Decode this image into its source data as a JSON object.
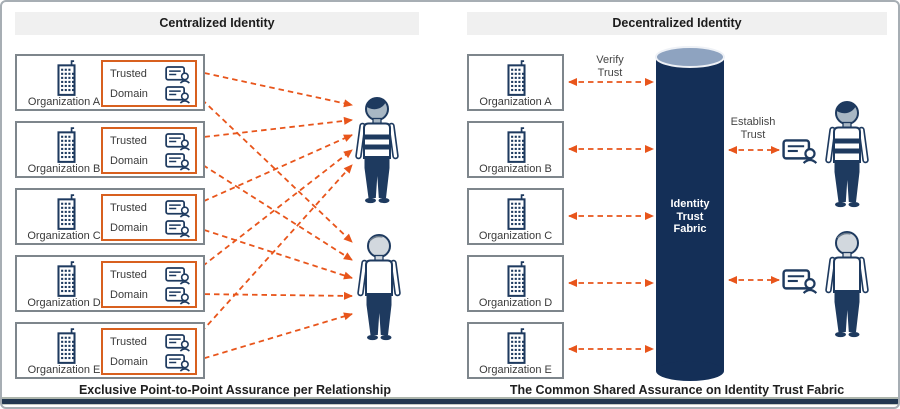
{
  "left_panel": {
    "title": "Centralized Identity",
    "caption": "Exclusive Point-to-Point Assurance per Relationship",
    "orgs": [
      {
        "name": "Organization A",
        "trusted": "Trusted",
        "domain": "Domain"
      },
      {
        "name": "Organization B",
        "trusted": "Trusted",
        "domain": "Domain"
      },
      {
        "name": "Organization C",
        "trusted": "Trusted",
        "domain": "Domain"
      },
      {
        "name": "Organization D",
        "trusted": "Trusted",
        "domain": "Domain"
      },
      {
        "name": "Organization E",
        "trusted": "Trusted",
        "domain": "Domain"
      }
    ]
  },
  "right_panel": {
    "title": "Decentralized Identity",
    "caption": "The Common Shared Assurance on Identity Trust Fabric",
    "orgs": [
      {
        "name": "Organization A"
      },
      {
        "name": "Organization B"
      },
      {
        "name": "Organization C"
      },
      {
        "name": "Organization D"
      },
      {
        "name": "Organization E"
      }
    ],
    "cylinder_label": "Identity Trust Fabric",
    "verify_label": "Verify Trust",
    "establish_label": "Establish Trust"
  },
  "icons": {
    "building-icon": "office building with windows and antenna",
    "id-card-icon": "identity card with person bust",
    "person-striped-icon": "person figure, dark hair, striped shirt",
    "person-gray-icon": "person figure, gray head, white shirt",
    "trust-fabric-cylinder": "dark navy cylinder pillar",
    "dashed-arrow": "orange double-headed dashed arrow"
  },
  "colors": {
    "orange": "#e8551b",
    "trusted_box_border": "#d8601f",
    "navy": "#1e3a5f",
    "cylinder_body": "#142f57",
    "cylinder_top": "#8ea3c0",
    "header_bg": "#f0f0f0",
    "org_box_border": "#7e868c",
    "bottom_bar": "#223750"
  }
}
